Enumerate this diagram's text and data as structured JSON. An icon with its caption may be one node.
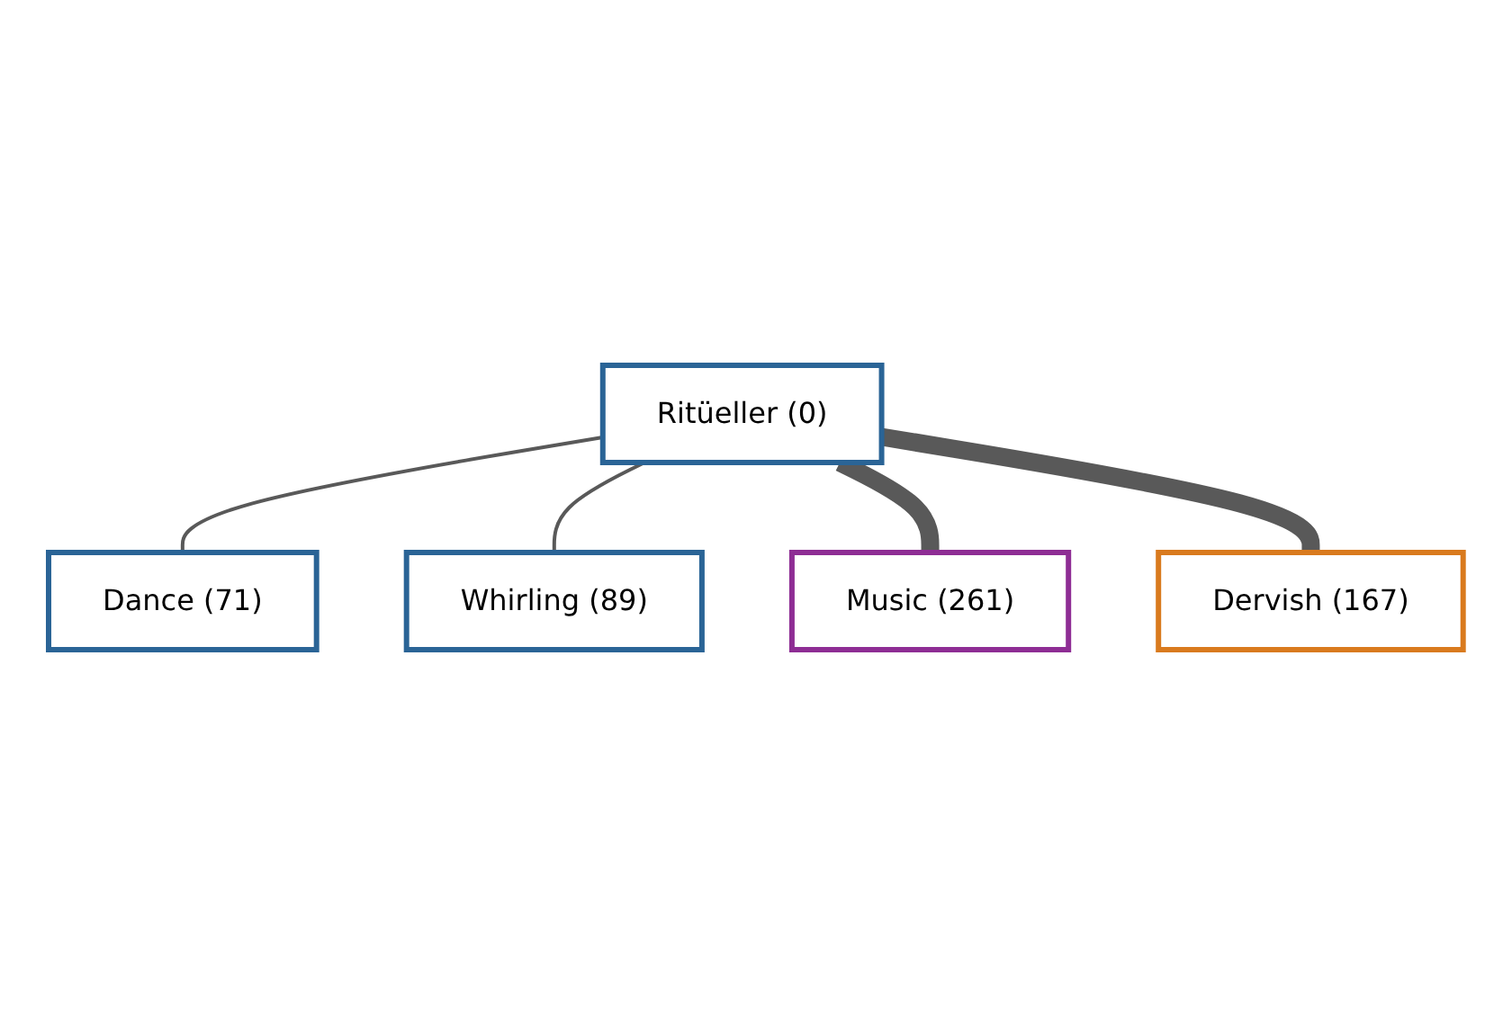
{
  "diagram": {
    "nodes": [
      {
        "text": [
          "Dance (71)"
        ]
      },
      {
        "text": [
          "Whirling (89)"
        ]
      },
      {
        "text": [
          "Ritüeller (0)"
        ]
      },
      {
        "text": [
          "Music (261)"
        ]
      },
      {
        "text": [
          "Dervish (167)"
        ]
      }
    ],
    "edges": [
      {
        "from": 2,
        "to": 0,
        "arrow": "none"
      },
      {
        "from": 2,
        "to": 1,
        "arrow": "none"
      },
      {
        "from": 2,
        "to": 3,
        "arrow": "none",
        "style": "thick"
      },
      {
        "from": 2,
        "to": 4,
        "arrow": "none",
        "style": "thick"
      }
    ]
  }
}
